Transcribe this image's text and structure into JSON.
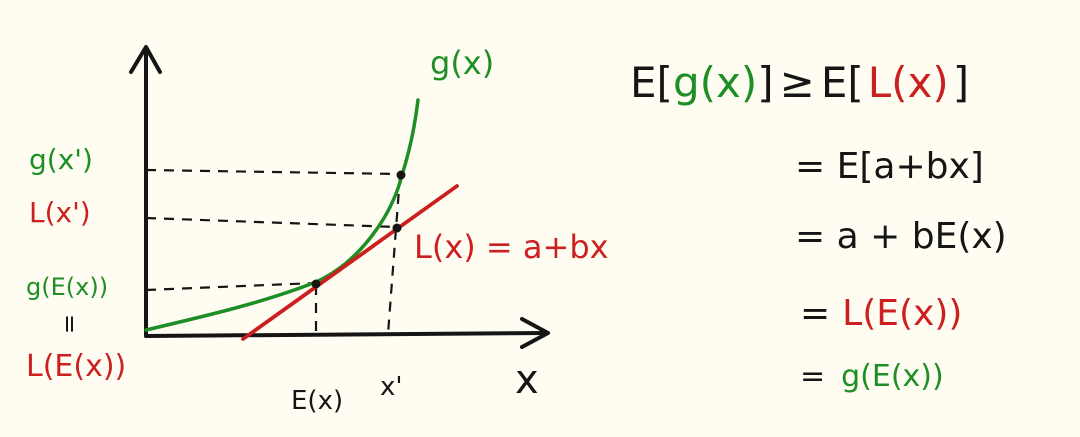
{
  "colors": {
    "background": "#fffdf2",
    "ink": "#151515",
    "green": "#1d8f24",
    "red": "#cc1f1f"
  },
  "graph": {
    "curve_label": "g(x)",
    "line_label": "L(x) = a+bx",
    "x_axis_label": "x",
    "x_ticks": [
      "E(x)",
      "x'"
    ],
    "y_labels": {
      "g_xprime": "g(x')",
      "l_xprime": "L(x')",
      "g_ex": "g(E(x))",
      "equals_sign": "=",
      "l_ex": "L(E(x))"
    }
  },
  "derivation": {
    "line1": {
      "lhs_prefix": "E[",
      "lhs_green": "g(x)",
      "lhs_suffix": "]",
      "relation": "≥",
      "rhs_prefix": "E[",
      "rhs_red": "L(x)",
      "rhs_suffix": "]"
    },
    "line2": "= E[a+bx]",
    "line3": "= a + bE(x)",
    "line4": {
      "sign": "=",
      "expr": "L(E(x))"
    },
    "line5": {
      "sign": "=",
      "expr": "g(E(x))"
    }
  }
}
